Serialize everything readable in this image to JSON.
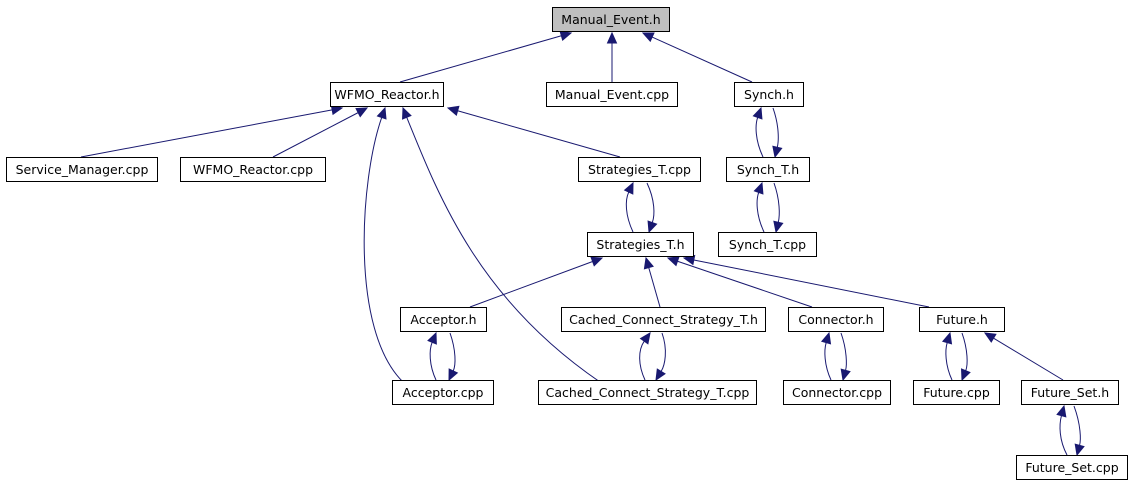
{
  "nodes": {
    "manual_event_h": "Manual_Event.h",
    "wfmo_reactor_h": "WFMO_Reactor.h",
    "manual_event_cpp": "Manual_Event.cpp",
    "synch_h": "Synch.h",
    "service_manager_cpp": "Service_Manager.cpp",
    "wfmo_reactor_cpp": "WFMO_Reactor.cpp",
    "strategies_t_cpp": "Strategies_T.cpp",
    "synch_t_h": "Synch_T.h",
    "strategies_t_h": "Strategies_T.h",
    "synch_t_cpp": "Synch_T.cpp",
    "acceptor_h": "Acceptor.h",
    "cached_connect_strategy_t_h": "Cached_Connect_Strategy_T.h",
    "connector_h": "Connector.h",
    "future_h": "Future.h",
    "acceptor_cpp": "Acceptor.cpp",
    "cached_connect_strategy_t_cpp": "Cached_Connect_Strategy_T.cpp",
    "connector_cpp": "Connector.cpp",
    "future_cpp": "Future.cpp",
    "future_set_h": "Future_Set.h",
    "future_set_cpp": "Future_Set.cpp"
  },
  "edges": [
    {
      "from": "wfmo_reactor_h",
      "to": "manual_event_h"
    },
    {
      "from": "manual_event_cpp",
      "to": "manual_event_h"
    },
    {
      "from": "synch_h",
      "to": "manual_event_h"
    },
    {
      "from": "service_manager_cpp",
      "to": "wfmo_reactor_h"
    },
    {
      "from": "wfmo_reactor_cpp",
      "to": "wfmo_reactor_h"
    },
    {
      "from": "strategies_t_cpp",
      "to": "wfmo_reactor_h"
    },
    {
      "from": "acceptor_cpp",
      "to": "wfmo_reactor_h"
    },
    {
      "from": "cached_connect_strategy_t_cpp",
      "to": "wfmo_reactor_h"
    },
    {
      "from": "synch_t_h",
      "to": "synch_h"
    },
    {
      "from": "synch_h",
      "to": "synch_t_h"
    },
    {
      "from": "synch_t_cpp",
      "to": "synch_t_h"
    },
    {
      "from": "synch_t_h",
      "to": "synch_t_cpp"
    },
    {
      "from": "strategies_t_h",
      "to": "strategies_t_cpp"
    },
    {
      "from": "strategies_t_cpp",
      "to": "strategies_t_h"
    },
    {
      "from": "acceptor_h",
      "to": "strategies_t_h"
    },
    {
      "from": "cached_connect_strategy_t_h",
      "to": "strategies_t_h"
    },
    {
      "from": "connector_h",
      "to": "strategies_t_h"
    },
    {
      "from": "future_h",
      "to": "strategies_t_h"
    },
    {
      "from": "acceptor_cpp",
      "to": "acceptor_h"
    },
    {
      "from": "acceptor_h",
      "to": "acceptor_cpp"
    },
    {
      "from": "cached_connect_strategy_t_cpp",
      "to": "cached_connect_strategy_t_h"
    },
    {
      "from": "cached_connect_strategy_t_h",
      "to": "cached_connect_strategy_t_cpp"
    },
    {
      "from": "connector_cpp",
      "to": "connector_h"
    },
    {
      "from": "connector_h",
      "to": "connector_cpp"
    },
    {
      "from": "future_cpp",
      "to": "future_h"
    },
    {
      "from": "future_h",
      "to": "future_cpp"
    },
    {
      "from": "future_set_h",
      "to": "future_h"
    },
    {
      "from": "future_set_cpp",
      "to": "future_set_h"
    },
    {
      "from": "future_set_h",
      "to": "future_set_cpp"
    }
  ],
  "colors": {
    "edge": "#191970",
    "root_fill": "#bfbfbf",
    "node_fill": "#ffffff",
    "node_border": "#000000"
  }
}
